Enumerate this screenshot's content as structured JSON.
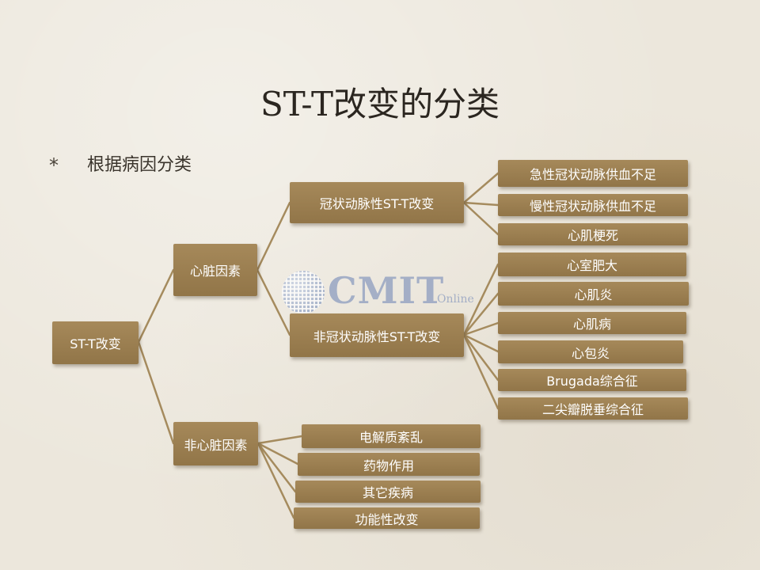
{
  "slide": {
    "title": "ST-T改变的分类",
    "bullet_marker": "*",
    "subtitle": "根据病因分类"
  },
  "watermark": {
    "brand": "CMIT",
    "suffix": "Online"
  },
  "tree": {
    "root": "ST-T改变",
    "cardiac": {
      "label": "心脏因素",
      "coronary": {
        "label": "冠状动脉性ST-T改变",
        "items": [
          "急性冠状动脉供血不足",
          "慢性冠状动脉供血不足",
          "心肌梗死"
        ]
      },
      "noncoronary": {
        "label": "非冠状动脉性ST-T改变",
        "items": [
          "心室肥大",
          "心肌炎",
          "心肌病",
          "心包炎",
          "Brugada综合征",
          "二尖瓣脱垂综合征"
        ]
      }
    },
    "noncardiac": {
      "label": "非心脏因素",
      "items": [
        "电解质紊乱",
        "药物作用",
        "其它疾病",
        "功能性改变"
      ]
    }
  },
  "colors": {
    "node_fill": "#9c7f50",
    "connector": "#a58b5e",
    "background": "#ece7dc"
  }
}
